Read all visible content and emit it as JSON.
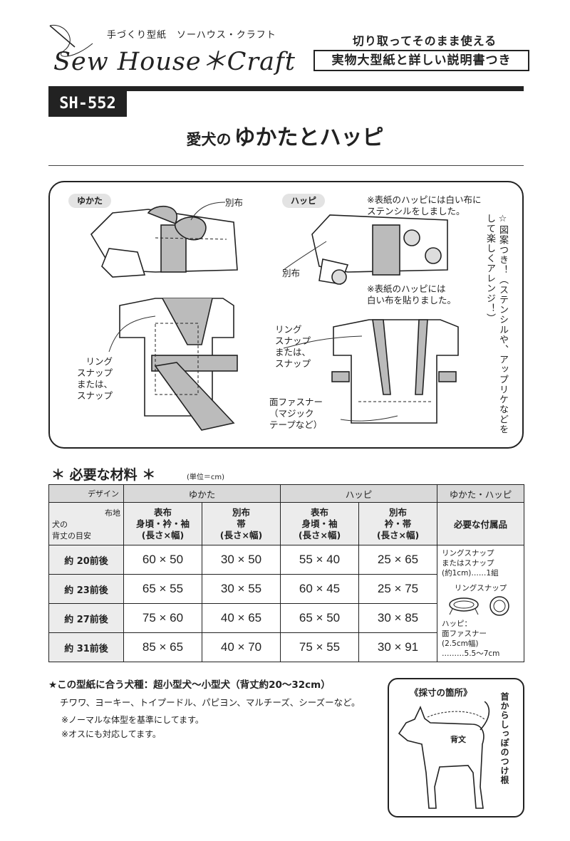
{
  "header": {
    "brand_small": "手づくり型紙　ソーハウス・クラフト",
    "brand": "Sew House＊Craft",
    "tagline_top": "切り取ってそのまま使える",
    "tagline_box": "実物大型紙と詳しい説明書つき",
    "code": "SH-552",
    "title_small": "愛犬の",
    "title_big": "ゆかたとハッピ"
  },
  "illustration": {
    "yukata_tag": "ゆかた",
    "happi_tag": "ハッピ",
    "yukata_betsu": "別布",
    "yukata_ring": "リング\nスナップ\nまたは、\nスナップ",
    "happi_note1": "※表紙のハッピには白い布に\nステンシルをしました。",
    "happi_betsu": "別布",
    "happi_note2": "※表紙のハッピには\n白い布を貼りました。",
    "happi_ring": "リング\nスナップ\nまたは、\nスナップ",
    "velcro": "面ファスナー\n（マジック\nテープなど）",
    "vertical_note": "☆図案つき！（ステンシルや、アップリケなどをして楽しくアレンジ！）"
  },
  "materials": {
    "title": "＊ 必要な材料 ＊",
    "unit": "(単位＝cm)",
    "header_design": "デザイン",
    "header_yukata": "ゆかた",
    "header_happi": "ハッピ",
    "header_both": "ゆかた・ハッピ",
    "header_fabric": "布地",
    "header_dog": "犬の\n背丈の目安",
    "col1": "表布\n身頃・衿・袖\n(長さ×幅)",
    "col2": "別布\n帯\n(長さ×幅)",
    "col3": "表布\n身頃・袖\n(長さ×幅)",
    "col4": "別布\n衿・帯\n(長さ×幅)",
    "col5": "必要な付属品",
    "rows": [
      {
        "label": "約 20前後",
        "v1": "60 × 50",
        "v2": "30 × 50",
        "v3": "55 × 40",
        "v4": "25 × 65"
      },
      {
        "label": "約 23前後",
        "v1": "65 × 55",
        "v2": "30 × 55",
        "v3": "60 × 45",
        "v4": "25 × 75"
      },
      {
        "label": "約 27前後",
        "v1": "75 × 60",
        "v2": "40 × 65",
        "v3": "65 × 50",
        "v4": "30 × 85"
      },
      {
        "label": "約 31前後",
        "v1": "85 × 65",
        "v2": "40 × 70",
        "v3": "75 × 55",
        "v4": "30 × 91"
      }
    ],
    "accessory_text": "リングスナップ\nまたはスナップ\n(約1cm)……1組",
    "accessory_caption": "リングスナップ",
    "accessory_happi": "ハッピ：\n面ファスナー\n(2.5cm幅)\n………5.5〜7cm"
  },
  "footer": {
    "fit": "★この型紙に合う犬種：超小型犬〜小型犬（背丈約20〜32cm）",
    "breeds": "チワワ、ヨーキー、トイプードル、パピヨン、マルチーズ、シーズーなど。",
    "note1": "※ノーマルな体型を基準にしてます。",
    "note2": "※オスにも対応してます。",
    "measure_title": "《採寸の箇所》",
    "measure_vertical": "首からしっぽのつけ根",
    "measure_label": "背文"
  }
}
